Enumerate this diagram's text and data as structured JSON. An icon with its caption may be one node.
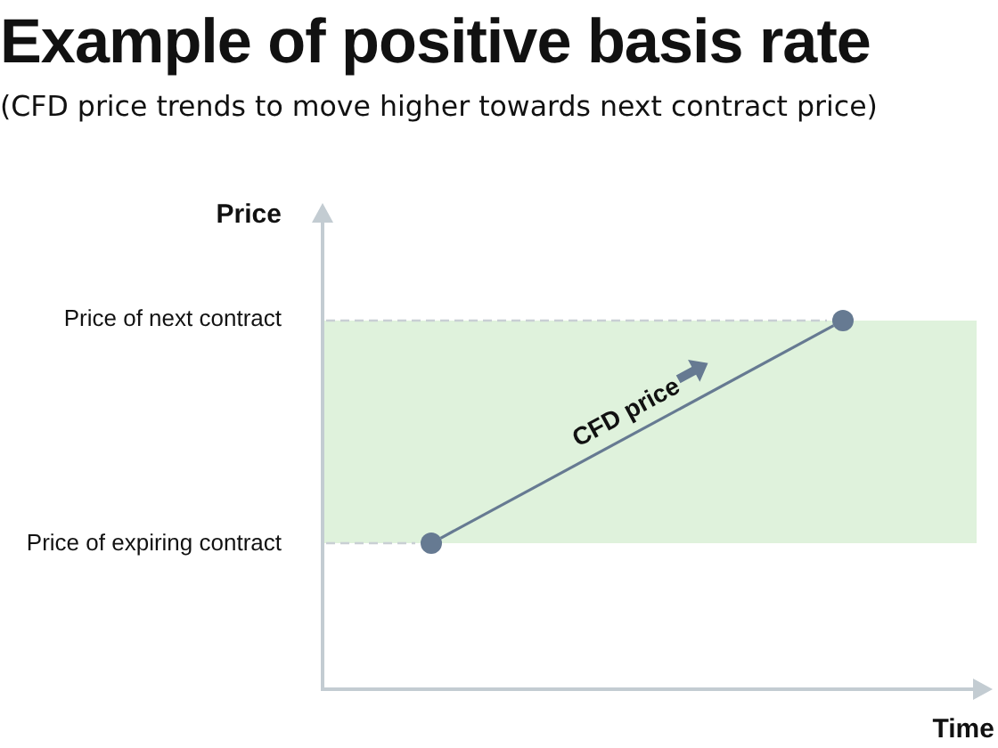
{
  "diagram": {
    "title": "Example of positive basis rate",
    "caption": "(CFD price trends to move higher towards next contract price)",
    "nodes": [
      {
        "text": [],
        "shape": "circle"
      },
      {
        "text": [],
        "shape": "circle"
      }
    ],
    "edges": [
      {
        "from": 0,
        "to": 1,
        "arrow": "none",
        "label": "CFD price"
      }
    ],
    "labels": [
      "Price",
      "Price of next contract",
      "Price of expiring contract",
      "Time"
    ]
  }
}
